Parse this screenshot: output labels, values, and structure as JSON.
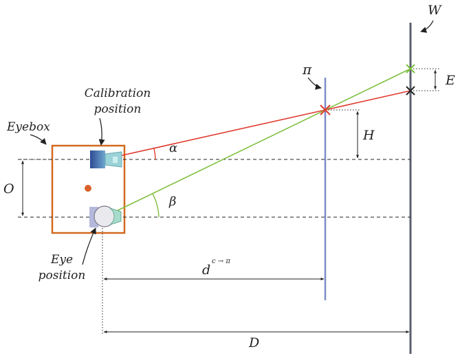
{
  "labels": {
    "wall": "W",
    "plane": "π",
    "error": "E",
    "height": "H",
    "calibration_line1": "Calibration",
    "calibration_line2": "position",
    "eyebox": "Eyebox",
    "offset": "O",
    "alpha": "α",
    "beta": "β",
    "eye_line1": "Eye",
    "eye_line2": "position",
    "distance_plane": "d",
    "distance_plane_sup": "c → π",
    "distance_wall": "D"
  },
  "colors": {
    "camera_ray": "#e03a2f",
    "eye_ray": "#7fbf3f",
    "plane": "#7b8cc9",
    "wall": "#5a5f6e",
    "eyebox": "#d2691e",
    "center_dot": "#d8622a",
    "camera_body": "#2f4f9a",
    "camera_lens": "#8fd0d6",
    "eye_iris": "#9fdacb",
    "wall_cross": "#222222"
  },
  "icons": {
    "camera": "camera-icon",
    "eye": "eye-icon"
  }
}
